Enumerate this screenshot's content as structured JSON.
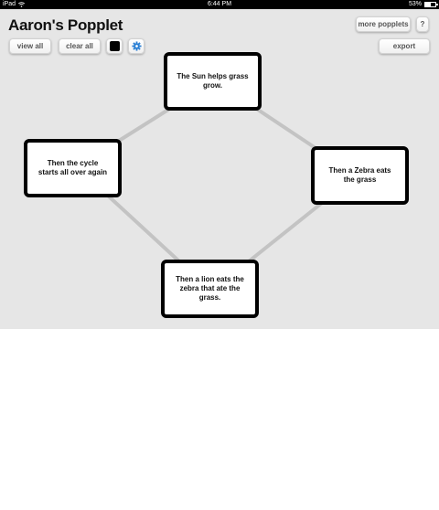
{
  "status_bar": {
    "device": "iPad",
    "time": "6:44 PM",
    "battery_percent": "53%",
    "battery_level": 0.53
  },
  "header": {
    "title": "Aaron's Popplet"
  },
  "toolbar": {
    "view_all_label": "view all",
    "clear_all_label": "clear all",
    "color_icon": "color-swatch-icon",
    "selected_color": "#000000",
    "settings_icon": "gear-icon",
    "settings_color": "#2a7fd4"
  },
  "top_right": {
    "more_popplets_label": "more popplets",
    "help_label": "?",
    "export_label": "export"
  },
  "board": {
    "background": "#e6e6e6",
    "connector_color": "#c3c3c3",
    "nodes": [
      {
        "id": "sun",
        "text": "The Sun helps grass grow."
      },
      {
        "id": "zebra",
        "text": "Then a Zebra eats the grass"
      },
      {
        "id": "lion",
        "text": "Then a lion eats the zebra that ate the grass."
      },
      {
        "id": "cycle",
        "text": "Then the cycle starts all over again"
      }
    ]
  }
}
